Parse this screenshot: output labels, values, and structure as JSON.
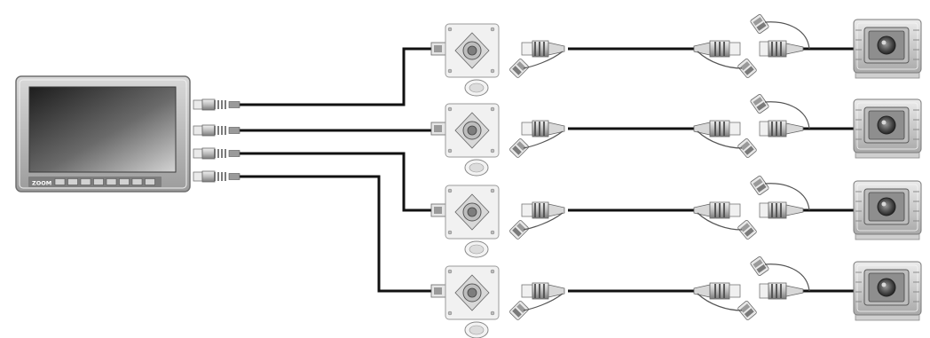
{
  "diagram": {
    "monitor": {
      "brand_text": "ZOOM",
      "button_count": 8,
      "cable_count": 4
    },
    "channels": [
      {
        "camera_index": 1
      },
      {
        "camera_index": 2
      },
      {
        "camera_index": 3
      },
      {
        "camera_index": 4
      }
    ],
    "colors": {
      "cable": "#111111",
      "device_light": "#e6e6e6",
      "device_mid": "#c8c8c8",
      "device_dark": "#6f6f6f",
      "outline": "#8a8a8a",
      "screen_dark": "#1e1e1e",
      "screen_light": "#cfcfcf"
    },
    "icons": [
      "monitor-icon",
      "junction-box-icon",
      "cable-connector-icon",
      "rear-camera-icon"
    ]
  }
}
